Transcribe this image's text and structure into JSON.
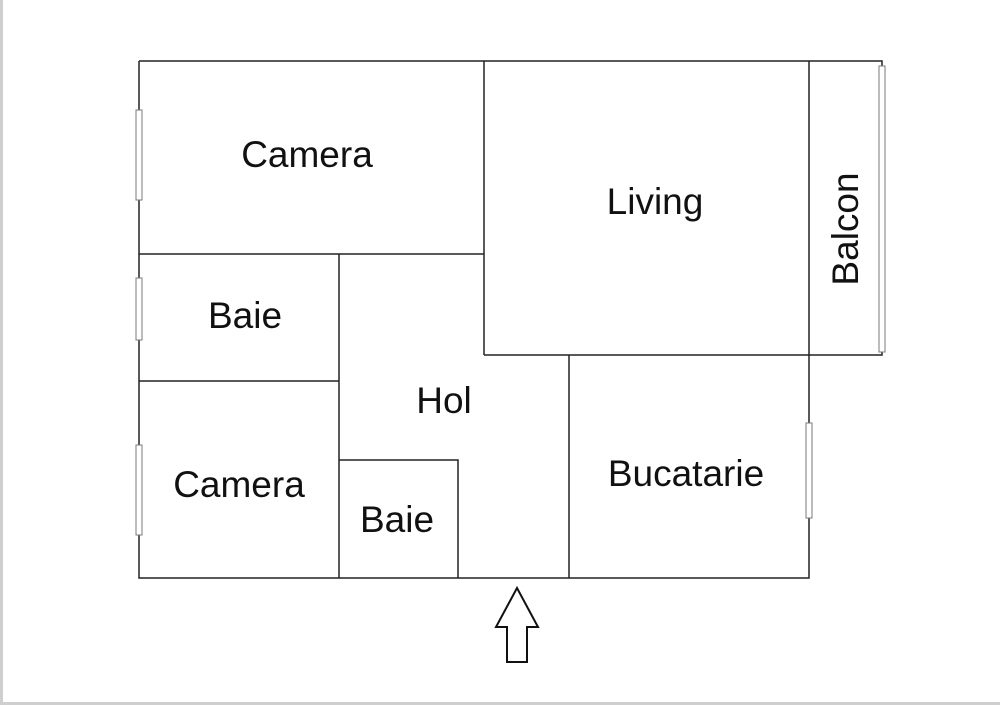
{
  "floor_plan": {
    "rooms": {
      "camera_top": "Camera",
      "living": "Living",
      "balcon": "Balcon",
      "baie_left": "Baie",
      "hol": "Hol",
      "camera_bottom": "Camera",
      "baie_small": "Baie",
      "bucatarie": "Bucatarie"
    },
    "entrance_icon": "up-arrow-icon",
    "colors": {
      "wall": "#222222",
      "window": "#7a7a7a",
      "background": "#ffffff",
      "label": "#111111"
    }
  }
}
